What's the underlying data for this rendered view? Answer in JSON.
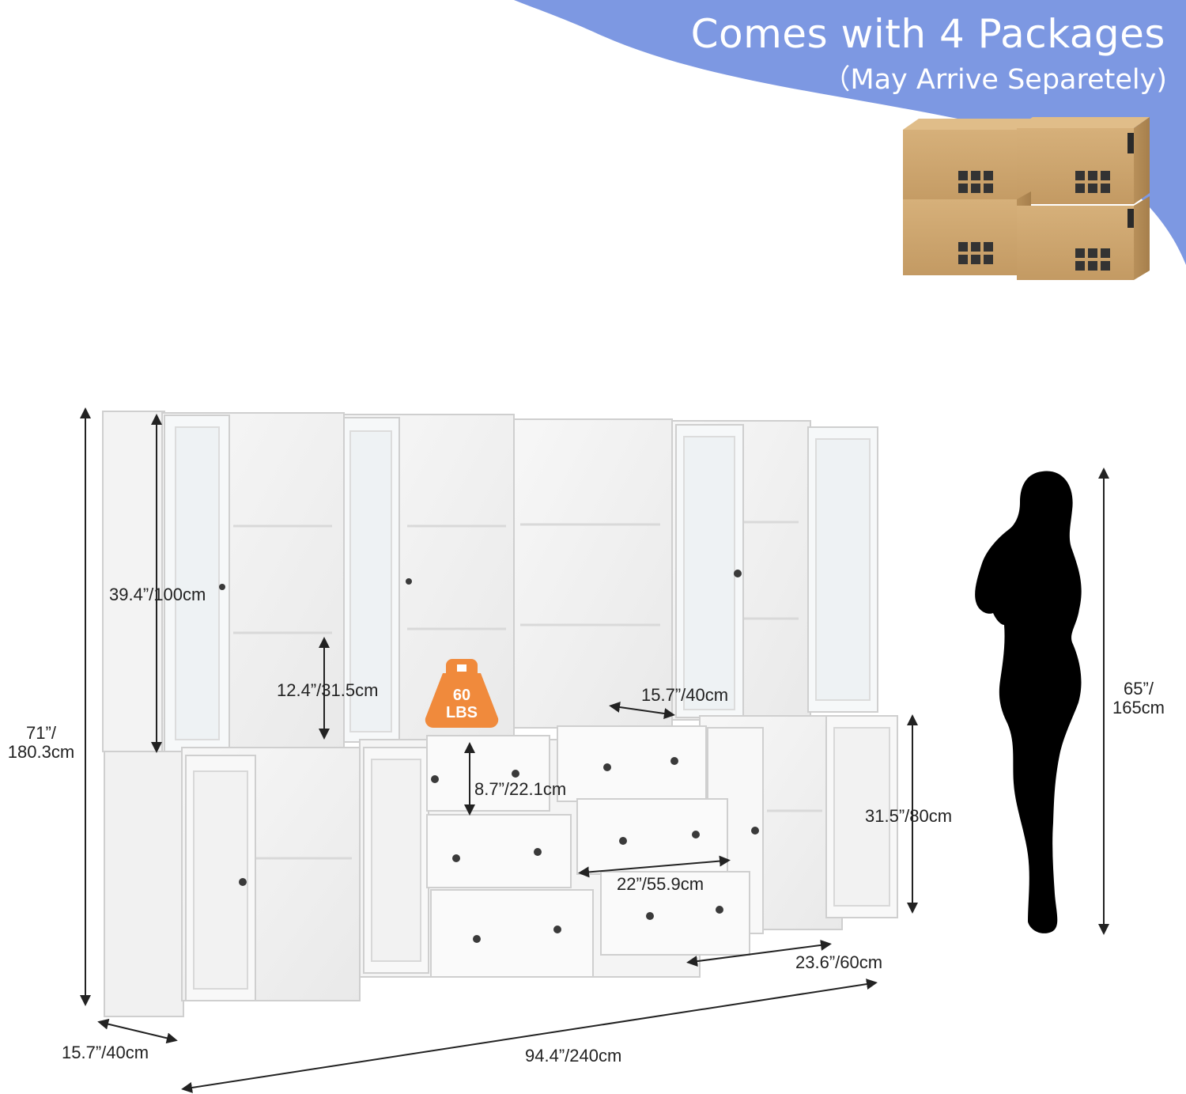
{
  "banner": {
    "title": "Comes with 4 Packages",
    "subtitle": "（May Arrive Separetely)",
    "color": "#7d98e2"
  },
  "package_icons": [
    "cardboard-box-icon",
    "cardboard-box-icon",
    "cardboard-box-icon",
    "cardboard-box-icon"
  ],
  "weight_badge": {
    "value": "60",
    "unit": "LBS",
    "color": "#f08a3c"
  },
  "dimensions": {
    "upper_cabinet_height": "39.4”/100cm",
    "shelf_height": "12.4”/31.5cm",
    "shelf_width": "15.7”/40cm",
    "total_height_in": "71”/",
    "total_height_cm": "180.3cm",
    "drawer_height": "8.7”/22.1cm",
    "lower_cabinet_height": "31.5”/80cm",
    "drawer_width": "22”/55.9cm",
    "lower_width": "23.6”/60cm",
    "depth": "15.7”/40cm",
    "total_width": "94.4”/240cm",
    "person_height_in": "65”/",
    "person_height_cm": "165cm"
  }
}
